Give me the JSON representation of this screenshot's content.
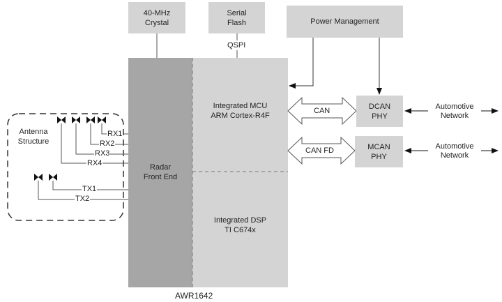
{
  "diagram": {
    "title": "AWR1642 Block Diagram",
    "chip_label": "AWR1642",
    "external_blocks": {
      "crystal": {
        "line1": "40-MHz",
        "line2": "Crystal"
      },
      "serial_flash": {
        "line1": "Serial",
        "line2": "Flash"
      },
      "power_management": {
        "label": "Power Management"
      }
    },
    "interfaces": {
      "qspi": "QSPI",
      "can": "CAN",
      "can_fd": "CAN FD"
    },
    "chip_blocks": {
      "radar_front_end": {
        "line1": "Radar",
        "line2": "Front End"
      },
      "mcu": {
        "line1": "Integrated MCU",
        "line2": "ARM Cortex-R4F"
      },
      "dsp": {
        "line1": "Integrated DSP",
        "line2": "TI C674x"
      }
    },
    "phy_blocks": {
      "dcan": {
        "line1": "DCAN",
        "line2": "PHY"
      },
      "mcan": {
        "line1": "MCAN",
        "line2": "PHY"
      }
    },
    "networks": [
      {
        "line1": "Automotive",
        "line2": "Network"
      },
      {
        "line1": "Automotive",
        "line2": "Network"
      }
    ],
    "antenna": {
      "title_line1": "Antenna",
      "title_line2": "Structure",
      "rx": [
        "RX1",
        "RX2",
        "RX3",
        "RX4"
      ],
      "tx": [
        "TX1",
        "TX2"
      ]
    },
    "colors": {
      "light_block": "#d4d4d4",
      "dark_block": "#a6a6a6",
      "line": "#555555",
      "arrow": "#111111"
    }
  }
}
